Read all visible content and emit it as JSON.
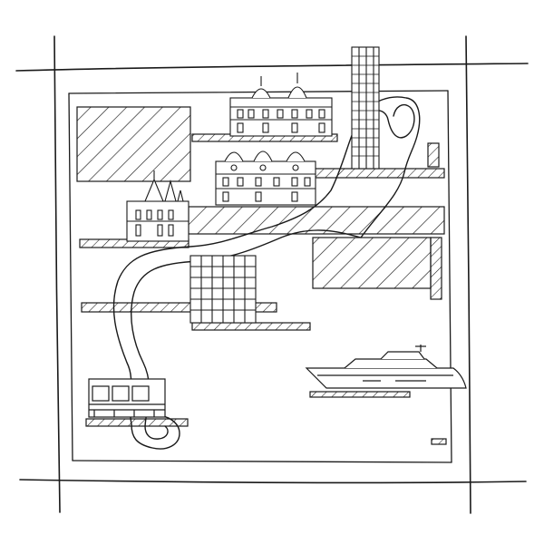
{
  "colors": {
    "background": "#ffffff",
    "ink": "#1a1a1a"
  },
  "illustration": {
    "style": "hand-drawn line sketch",
    "elements": [
      "outer-frame",
      "inner-frame",
      "hatched-blocks",
      "winding-road",
      "cathedral",
      "palace",
      "ornate-building",
      "skyscraper",
      "office-block",
      "tram",
      "yacht"
    ]
  }
}
